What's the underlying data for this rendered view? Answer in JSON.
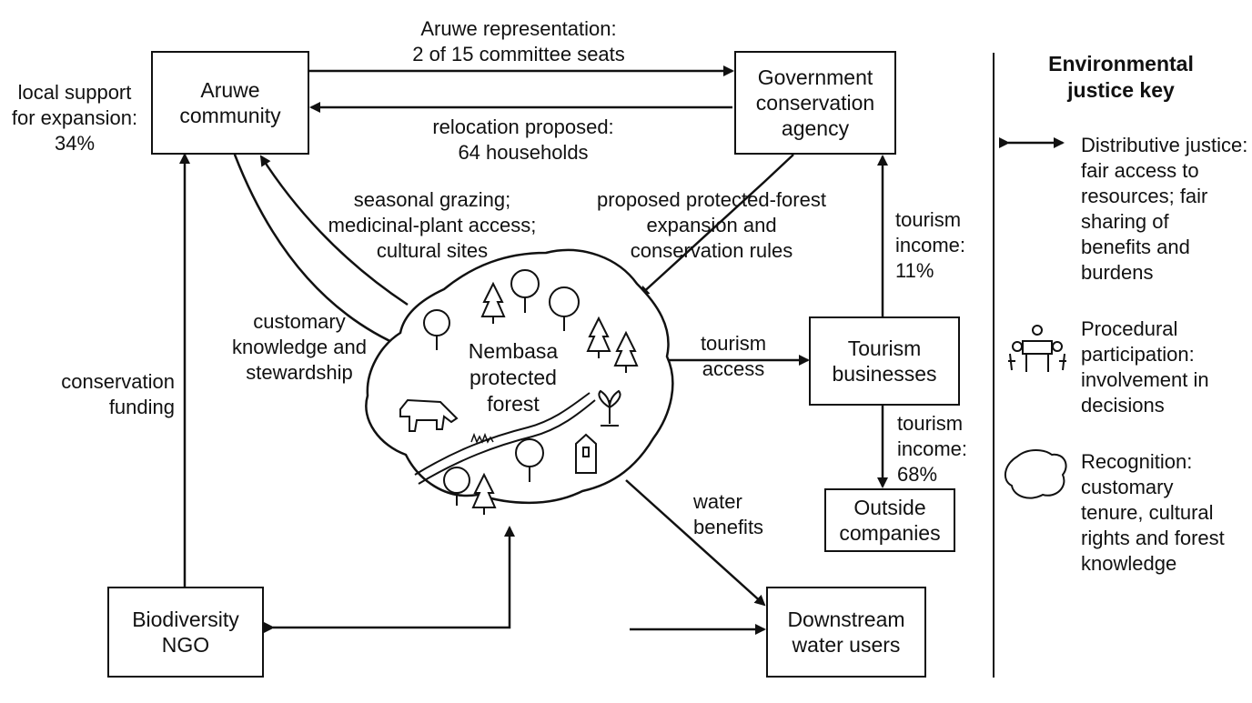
{
  "nodes": {
    "aruwe": "Aruwe\ncommunity",
    "government": "Government\nconservation\nagency",
    "forest": "Nembasa\nprotected\nforest",
    "tourism": "Tourism\nbusinesses",
    "outside": "Outside\ncompanies",
    "ngo": "Biodiversity\nNGO",
    "downstream": "Downstream\nwater users"
  },
  "edges": {
    "representation": "Aruwe representation:\n2 of 15 committee seats",
    "relocation": "relocation proposed:\n64 households",
    "local_support": "local support\nfor expansion:\n34%",
    "grazing": "seasonal grazing;\nmedicinal-plant access;\ncultural sites",
    "expansion": "proposed protected-forest\nexpansion and\nconservation rules",
    "customary": "customary\nknowledge and\nstewardship",
    "funding": "conservation\nfunding",
    "tourism_access": "tourism\naccess",
    "tourism_income_gov": "tourism\nincome:\n11%",
    "tourism_income_outside": "tourism\nincome:\n68%",
    "water": "water\nbenefits"
  },
  "key": {
    "title": "Environmental\njustice key",
    "distributive": "Distributive justice:\nfair access to\nresources; fair\nsharing of\nbenefits and\nburdens",
    "procedural": "Procedural\nparticipation:\ninvolvement in\ndecisions",
    "recognition": "Recognition:\ncustomary\ntenure, cultural\nrights and forest\nknowledge"
  }
}
